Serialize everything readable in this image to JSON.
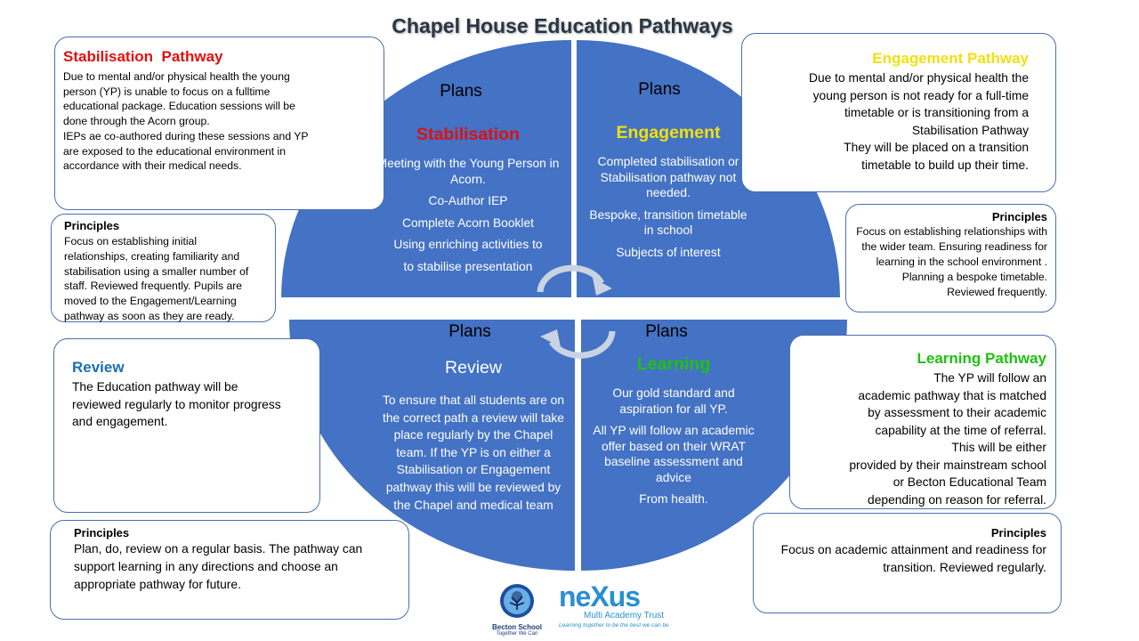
{
  "title": "Chapel House Education Pathways",
  "colors": {
    "quadrant_blue": "#4472c4",
    "stabilisation_red": "#e01010",
    "engagement_yellow": "#f0e010",
    "learning_green": "#20c010",
    "review_blue": "#1a6fb0",
    "box_border": "#4a6fae"
  },
  "stabilisation_pathway": {
    "heading": "Stabilisation  Pathway",
    "lines": [
      "Due to mental and/or physical health the young",
      "person (YP) is unable to focus on a fulltime",
      "educational package. Education sessions will be",
      "done through the Acorn group.",
      "IEPs ae co-authored during these sessions and YP",
      "are exposed to the educational environment in",
      "accordance with their medical needs."
    ],
    "principles_heading": "Principles",
    "principles_lines": [
      "Focus on establishing initial",
      "relationships, creating familiarity and",
      "stabilisation using a smaller number of",
      "staff. Reviewed frequently.  Pupils are",
      "moved to the Engagement/Learning",
      "pathway as soon as they are ready."
    ]
  },
  "engagement_pathway": {
    "heading": "Engagement Pathway",
    "lines": [
      "Due to mental and/or physical health the",
      "young person is not ready for a full-time",
      "timetable or is transitioning from a",
      "Stabilisation Pathway",
      "They will be placed on a transition",
      "timetable to build up their time."
    ],
    "principles_heading": "Principles",
    "principles_lines": [
      "Focus on establishing relationships with",
      "the wider team. Ensuring readiness for",
      "learning in the school environment .",
      "Planning a bespoke timetable.",
      "Reviewed frequently."
    ]
  },
  "review": {
    "heading": "Review",
    "lines": [
      "The Education pathway will be",
      "reviewed regularly to monitor progress",
      "and engagement."
    ],
    "principles_heading": "Principles",
    "principles_lines": [
      "Plan, do, review on a regular basis. The pathway can",
      "support learning in any directions and choose an",
      "appropriate pathway for future."
    ]
  },
  "learning_pathway": {
    "heading": "Learning Pathway",
    "lines": [
      "The YP will follow an",
      "academic pathway that is matched",
      "by assessment to their academic",
      "capability  at the time of referral.",
      "This will be either",
      "provided by their mainstream school",
      "or Becton Educational Team",
      "depending on reason for referral."
    ],
    "principles_heading": "Principles",
    "principles_lines": [
      "Focus on academic attainment and readiness for",
      "transition. Reviewed regularly."
    ]
  },
  "wheel": {
    "stabilisation": {
      "plans": "Plans",
      "title": "Stabilisation",
      "items": [
        "Meeting with the Young Person in Acorn.",
        "Co-Author IEP",
        "Complete Acorn Booklet",
        "Using enriching activities to",
        "to stabilise presentation"
      ]
    },
    "engagement": {
      "plans": "Plans",
      "title": "Engagement",
      "items": [
        "Completed stabilisation or Stabilisation pathway not needed.",
        "Bespoke, transition timetable in school",
        "Subjects of interest"
      ]
    },
    "review": {
      "plans": "Plans",
      "title": "Review",
      "text": "To ensure that all students are on the correct path a review will take place regularly by the Chapel team.  If the YP  is on either a Stabilisation or Engagement pathway this will be reviewed by the Chapel and medical team"
    },
    "learning": {
      "plans": "Plans",
      "title": "Learning",
      "items": [
        "Our gold standard and aspiration for all YP.",
        "All YP will follow an academic offer based on their WRAT baseline assessment and advice",
        "From health."
      ]
    }
  },
  "logos": {
    "becton_name": "Becton School",
    "becton_tagline": "Together We Can",
    "nexus_name": "neXus",
    "nexus_sub": "Multi Academy Trust",
    "nexus_tagline": "Learning together to be the best we can be"
  }
}
